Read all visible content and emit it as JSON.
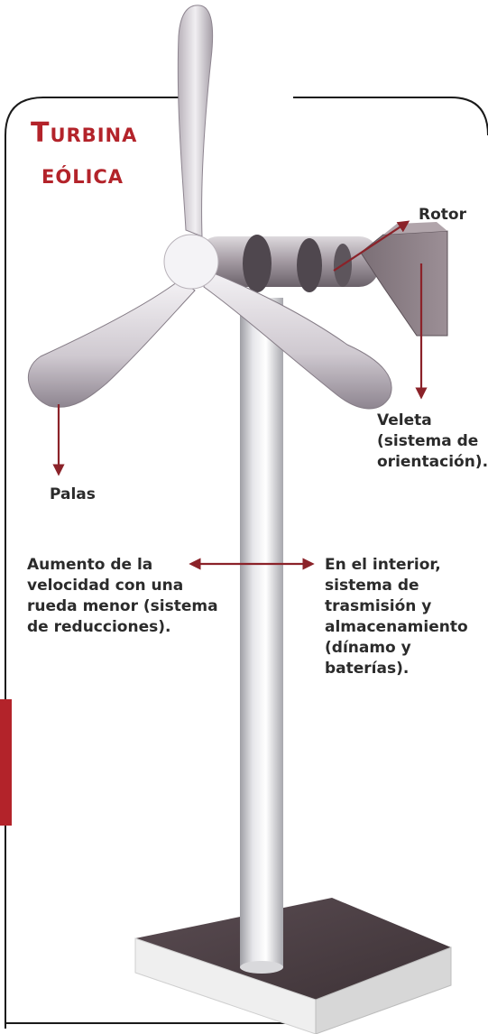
{
  "title": {
    "line1": "Turbina",
    "line2": "eólica"
  },
  "labels": {
    "rotor": "Rotor",
    "veleta": "Veleta\n(sistema de\norientación).",
    "palas": "Palas",
    "aumento": "Aumento de la\nvelocidad con una\nrueda menor (sistema\nde reducciones).",
    "interior": "En el interior,\nsistema de\ntrasmisión y\nalmacenamiento\n(dínamo y\nbaterías)."
  },
  "colors": {
    "title": "#b3232a",
    "arrow": "#8b2229",
    "frame": "#1a1a1a",
    "side_tab": "#b3232a",
    "label_text": "#2b2b2b"
  }
}
